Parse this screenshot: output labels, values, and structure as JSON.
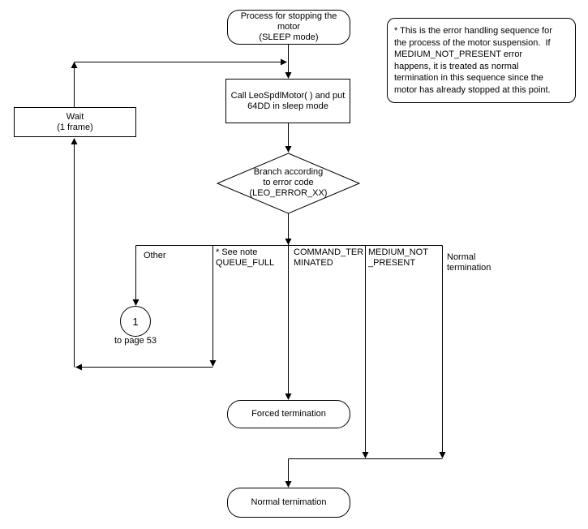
{
  "diagram": {
    "nodes": {
      "start": {
        "label": "Process for stopping the\nmotor\n(SLEEP mode)"
      },
      "note": {
        "label": "* This is the error handling sequence for\nthe process of the motor suspension.  If\nMEDIUM_NOT_PRESENT error\nhappens, it is treated as normal\ntermination in this sequence since the\nmotor has already stopped at this point."
      },
      "call": {
        "label": "Call LeoSpdlMotor( ) and put\n64DD in sleep mode"
      },
      "wait": {
        "label": "Wait\n(1 frame)"
      },
      "decision": {
        "label": "Branch according\nto error code\n(LEO_ERROR_XX)"
      },
      "connector": {
        "label": "1",
        "caption": "to page 53"
      },
      "forced": {
        "label": "Forced termination"
      },
      "normal_end": {
        "label": "Normal ternimation"
      }
    },
    "branch_labels": {
      "other": "Other",
      "queue_full": "* See note\nQUEUE_FULL",
      "command_terminated": "COMMAND_TER\nMINATED",
      "medium_not_present": "MEDIUM_NOT\n_PRESENT",
      "normal_termination": "Normal\ntermination"
    },
    "colors": {
      "line": "#000000",
      "background": "#ffffff",
      "text": "#000000"
    }
  }
}
